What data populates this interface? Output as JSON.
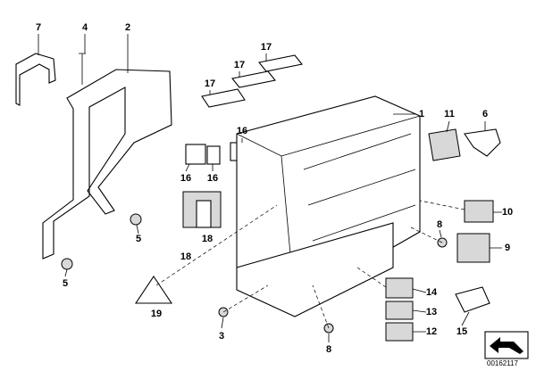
{
  "diagram_id": "00162117",
  "callouts": [
    "7",
    "4",
    "2",
    "17",
    "17",
    "17",
    "1",
    "11",
    "6",
    "16",
    "16",
    "16",
    "5",
    "18",
    "18",
    "10",
    "8",
    "9",
    "5",
    "14",
    "19",
    "13",
    "3",
    "12",
    "15",
    "8"
  ],
  "icons": {
    "arrow_box": "arrow-icon",
    "warning_triangle": "warning-triangle-icon"
  }
}
